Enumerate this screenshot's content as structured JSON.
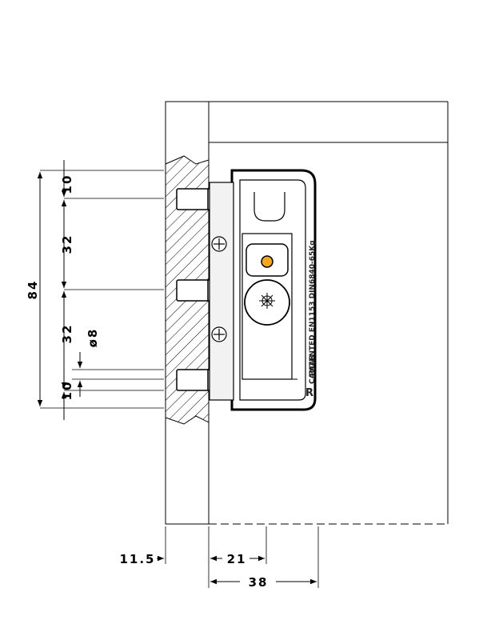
{
  "dimensions": {
    "vertical": {
      "total": "84",
      "top_offset": "10",
      "upper_spacing": "32",
      "lower_spacing": "32",
      "bottom_offset": "10",
      "hole_diameter": "ø8"
    },
    "horizontal": {
      "side_offset": "11.5",
      "mid": "21",
      "overall": "38"
    }
  },
  "hinge_markings": {
    "brand": "CAMAR",
    "text": "PATENTED EN1153 DIN6840-65Kg",
    "corner_letter": "R"
  },
  "colors": {
    "line": "#000000",
    "accent_dot": "#f5a623",
    "hinge_fill": "#ffffff",
    "body_fill": "#f2f2f2"
  }
}
